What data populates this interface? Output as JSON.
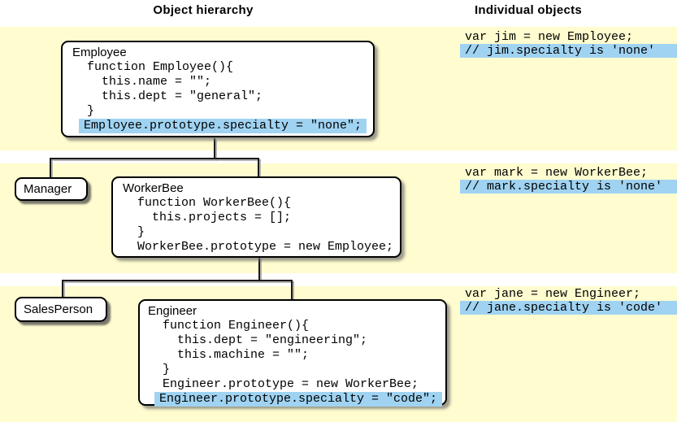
{
  "header": {
    "left_title": "Object hierarchy",
    "right_title": "Individual objects"
  },
  "colors": {
    "band_yellow": "#FFFCCF",
    "highlight_blue": "#A0D3F2",
    "box_border": "#000000",
    "line_black": "#1a1a1a"
  },
  "boxes": {
    "employee": {
      "label": "Employee",
      "lines": [
        {
          "text": "  function Employee(){",
          "highlight": false
        },
        {
          "text": "    this.name = \"\";",
          "highlight": false
        },
        {
          "text": "    this.dept = \"general\";",
          "highlight": false
        },
        {
          "text": "  }",
          "highlight": false
        },
        {
          "text": "Employee.prototype.specialty = \"none\";",
          "highlight": true
        }
      ]
    },
    "manager": {
      "label": "Manager"
    },
    "workerbee": {
      "label": "WorkerBee",
      "lines": [
        {
          "text": "  function WorkerBee(){",
          "highlight": false
        },
        {
          "text": "    this.projects = [];",
          "highlight": false
        },
        {
          "text": "  }",
          "highlight": false
        },
        {
          "text": "  WorkerBee.prototype = new Employee;",
          "highlight": false
        }
      ]
    },
    "salesperson": {
      "label": "SalesPerson"
    },
    "engineer": {
      "label": "Engineer",
      "lines": [
        {
          "text": "  function Engineer(){",
          "highlight": false
        },
        {
          "text": "    this.dept = \"engineering\";",
          "highlight": false
        },
        {
          "text": "    this.machine = \"\";",
          "highlight": false
        },
        {
          "text": "  }",
          "highlight": false
        },
        {
          "text": "  Engineer.prototype = new WorkerBee;",
          "highlight": false
        },
        {
          "text": "Engineer.prototype.specialty = \"code\";",
          "highlight": true
        }
      ]
    }
  },
  "individual_objects": [
    {
      "declaration": "var jim = new Employee;",
      "comment": "// jim.specialty is 'none'"
    },
    {
      "declaration": "var mark = new WorkerBee;",
      "comment": "// mark.specialty is 'none'"
    },
    {
      "declaration": "var jane = new Engineer;",
      "comment": "// jane.specialty is 'code'"
    }
  ]
}
